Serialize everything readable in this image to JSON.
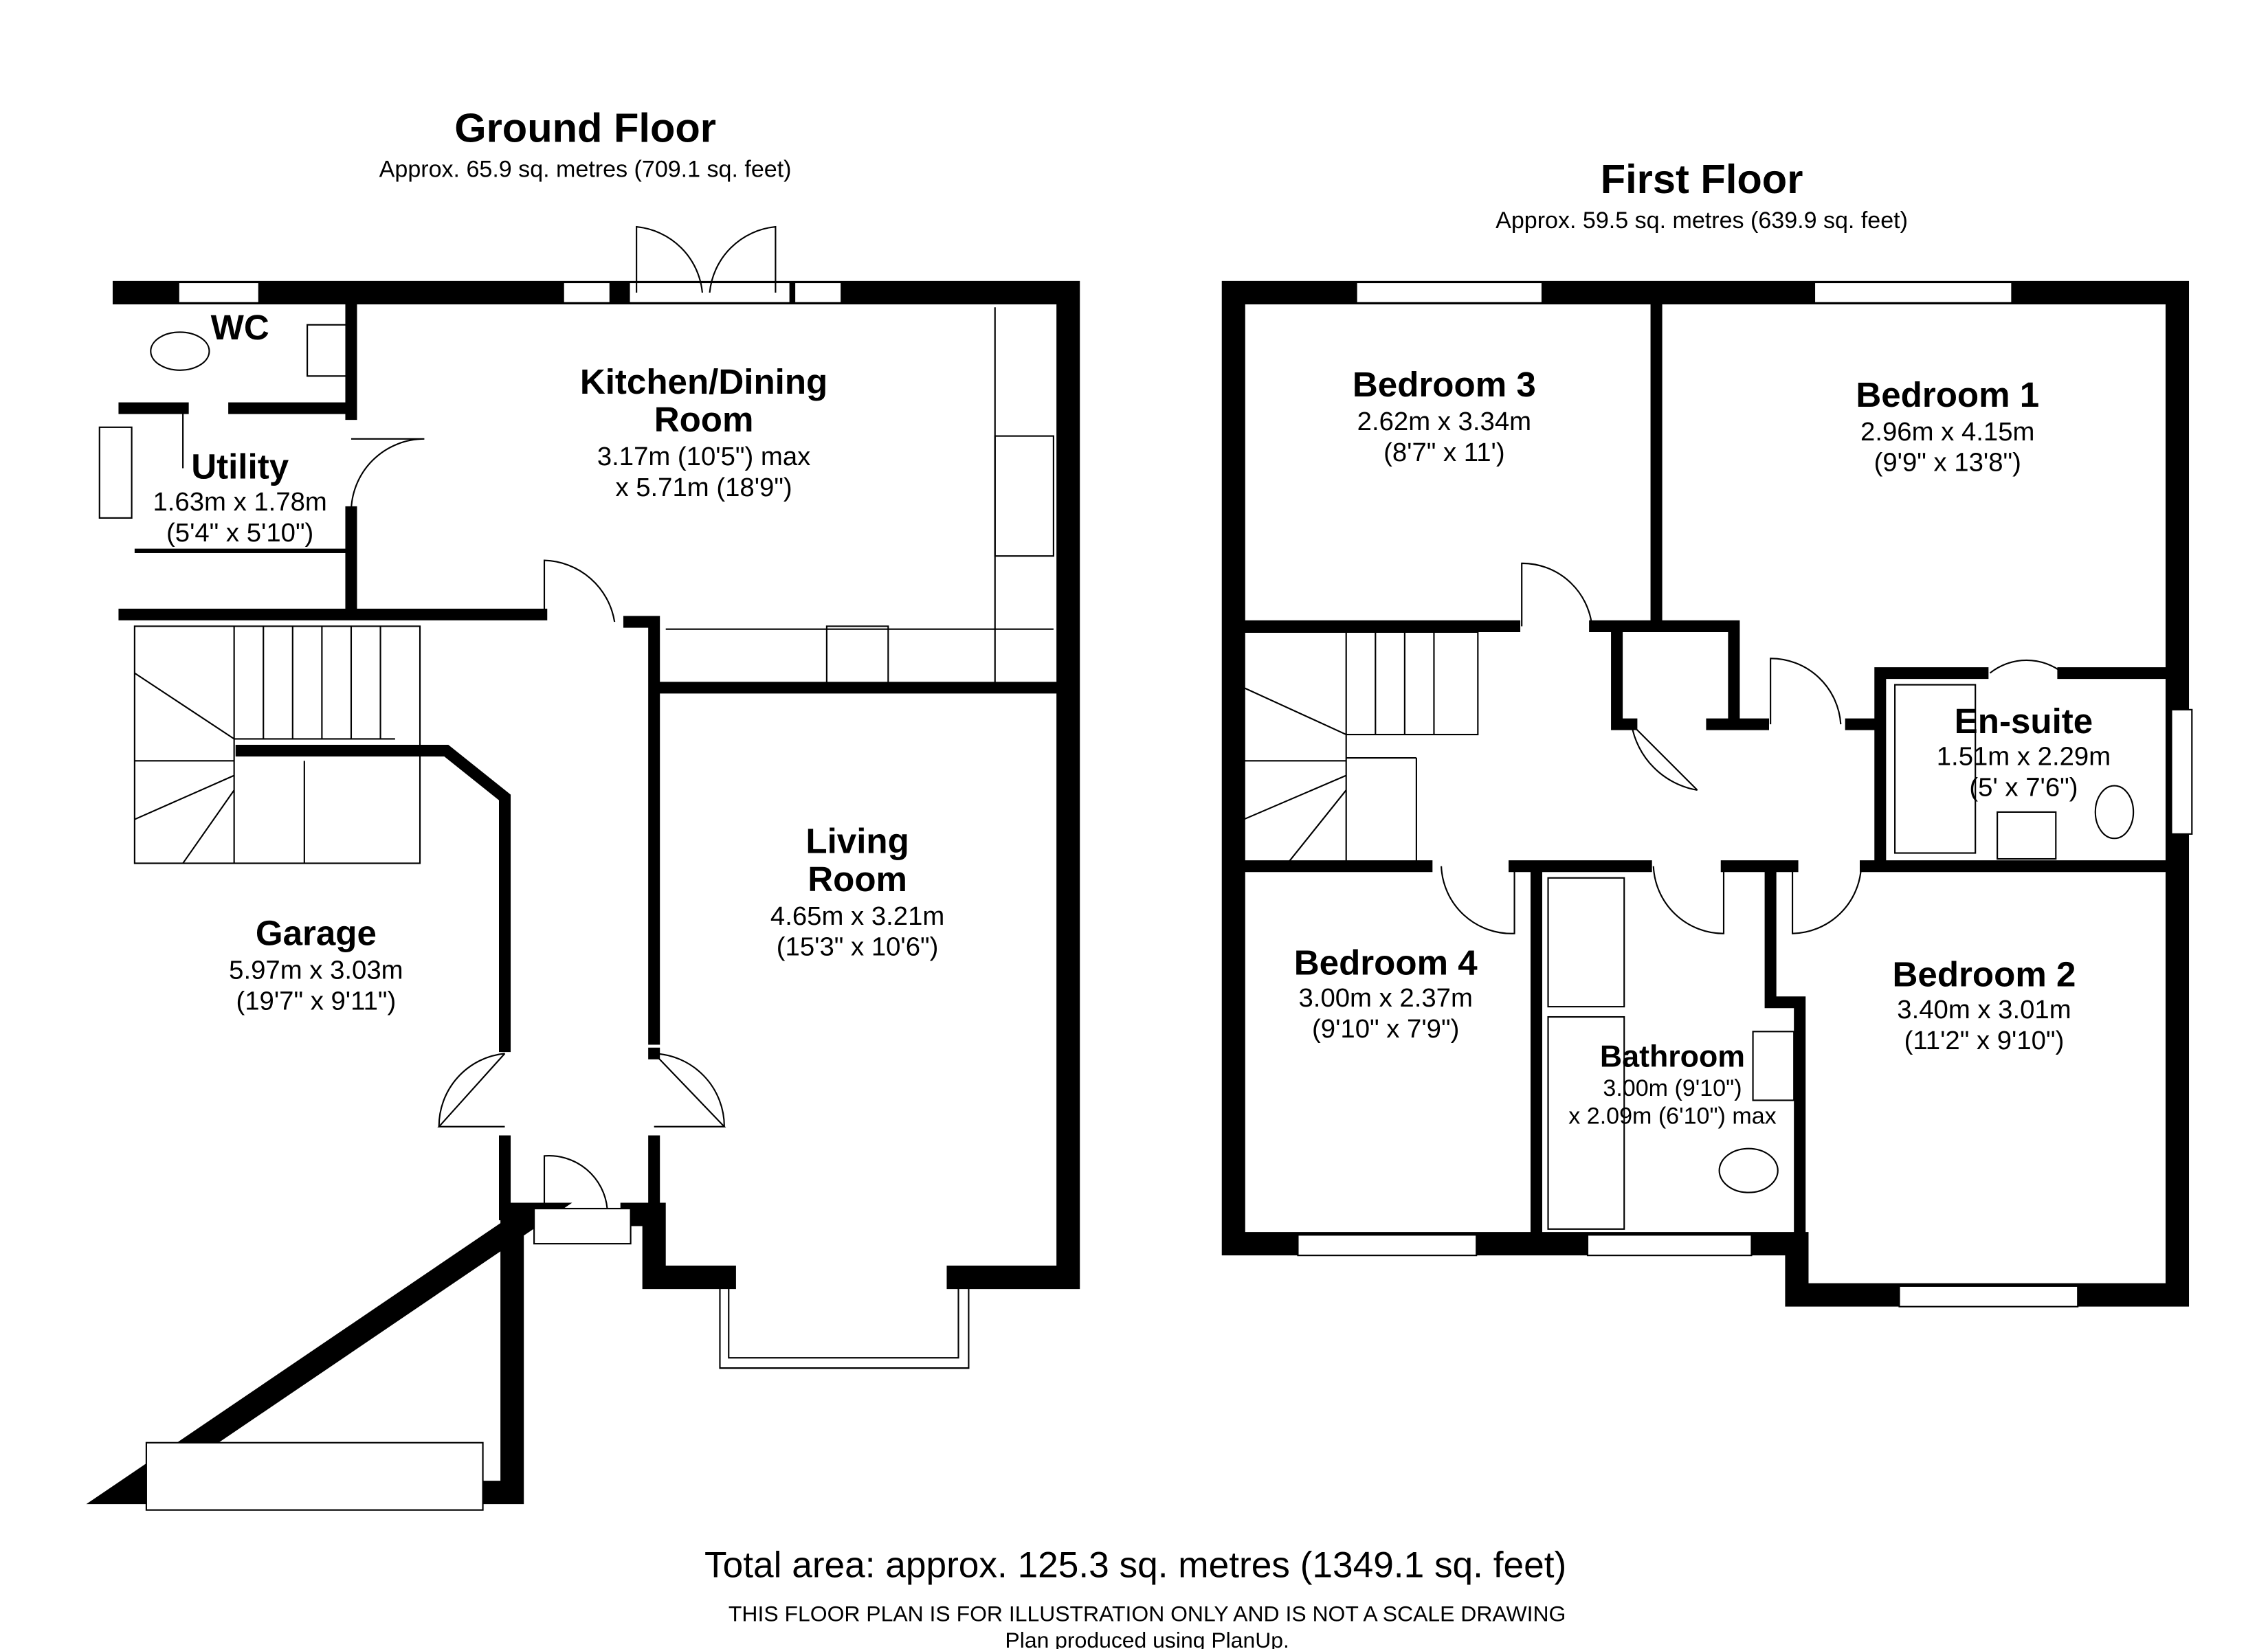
{
  "ground_floor": {
    "title": "Ground Floor",
    "area": "Approx. 65.9 sq. metres (709.1 sq. feet)",
    "rooms": {
      "wc": {
        "name": "WC"
      },
      "utility": {
        "name": "Utility",
        "dim1": "1.63m x 1.78m",
        "dim2": "(5'4\" x 5'10\")"
      },
      "kitchen": {
        "name1": "Kitchen/Dining",
        "name2": "Room",
        "dim1": "3.17m (10'5\") max",
        "dim2": "x 5.71m (18'9\")"
      },
      "living": {
        "name1": "Living",
        "name2": "Room",
        "dim1": "4.65m x 3.21m",
        "dim2": "(15'3\" x 10'6\")"
      },
      "garage": {
        "name": "Garage",
        "dim1": "5.97m x 3.03m",
        "dim2": "(19'7\" x 9'11\")"
      }
    }
  },
  "first_floor": {
    "title": "First Floor",
    "area": "Approx. 59.5 sq. metres (639.9 sq. feet)",
    "rooms": {
      "bedroom3": {
        "name": "Bedroom 3",
        "dim1": "2.62m x 3.34m",
        "dim2": "(8'7\" x 11')"
      },
      "bedroom1": {
        "name": "Bedroom 1",
        "dim1": "2.96m x 4.15m",
        "dim2": "(9'9\" x 13'8\")"
      },
      "ensuite": {
        "name": "En-suite",
        "dim1": "1.51m x 2.29m",
        "dim2": "(5' x 7'6\")"
      },
      "bedroom4": {
        "name": "Bedroom 4",
        "dim1": "3.00m x 2.37m",
        "dim2": "(9'10\" x 7'9\")"
      },
      "bathroom": {
        "name": "Bathroom",
        "dim1": "3.00m (9'10\")",
        "dim2": "x 2.09m (6'10\") max"
      },
      "bedroom2": {
        "name": "Bedroom 2",
        "dim1": "3.40m x 3.01m",
        "dim2": "(11'2\" x 9'10\")"
      }
    }
  },
  "footer": {
    "total": "Total area: approx. 125.3 sq. metres (1349.1 sq. feet)",
    "disclaimer": "THIS FLOOR PLAN IS FOR ILLUSTRATION ONLY AND IS NOT A SCALE DRAWING",
    "credit": "Plan produced using PlanUp."
  }
}
